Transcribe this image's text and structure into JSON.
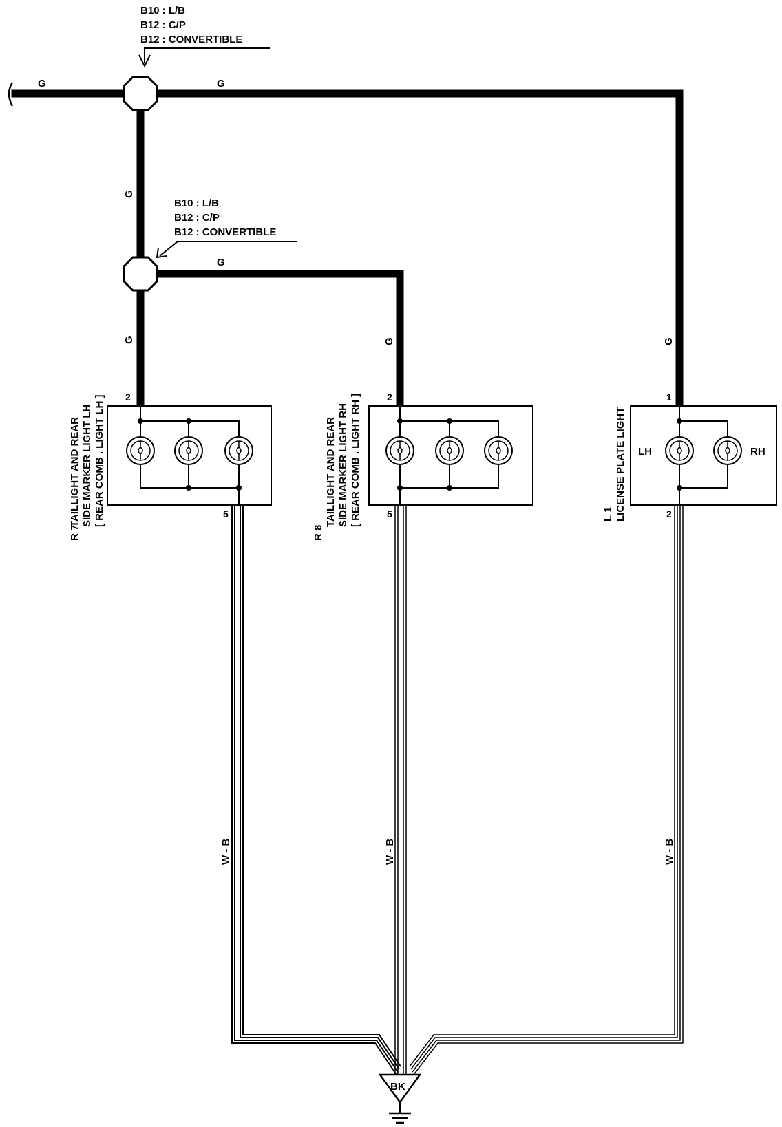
{
  "junction_top": {
    "lines": [
      "B10 : L/B",
      "B12 : C/P",
      "B12 : CONVERTIBLE"
    ]
  },
  "junction_mid": {
    "lines": [
      "B10 : L/B",
      "B12 : C/P",
      "B12 : CONVERTIBLE"
    ]
  },
  "wires": {
    "g_left": "G",
    "g_top_right": "G",
    "g_vert_upper": "G",
    "g_mid_right": "G",
    "g_vert_lower": "G",
    "g_r8": "G",
    "g_l1": "G",
    "wb_r7": "W - B",
    "wb_r8": "W - B",
    "wb_l1": "W - B"
  },
  "components": {
    "r7": {
      "id": "R 7",
      "name_line1": "TAILLIGHT  AND  REAR",
      "name_line2": "SIDE  MARKER  LIGHT  LH",
      "name_line3": "[ REAR COMB . LIGHT LH ]",
      "pin_in": "2",
      "pin_out": "5"
    },
    "r8": {
      "id": "R 8",
      "name_line1": "TAILLIGHT  AND  REAR",
      "name_line2": "SIDE  MARKER  LIGHT  RH",
      "name_line3": "[ REAR COMB . LIGHT RH ]",
      "pin_in": "2",
      "pin_out": "5"
    },
    "l1": {
      "id": "L 1",
      "name_line1": "LICENSE  PLATE  LIGHT",
      "pin_in": "1",
      "pin_out": "2",
      "bulb_left": "LH",
      "bulb_right": "RH"
    }
  },
  "ground": {
    "label": "BK"
  }
}
